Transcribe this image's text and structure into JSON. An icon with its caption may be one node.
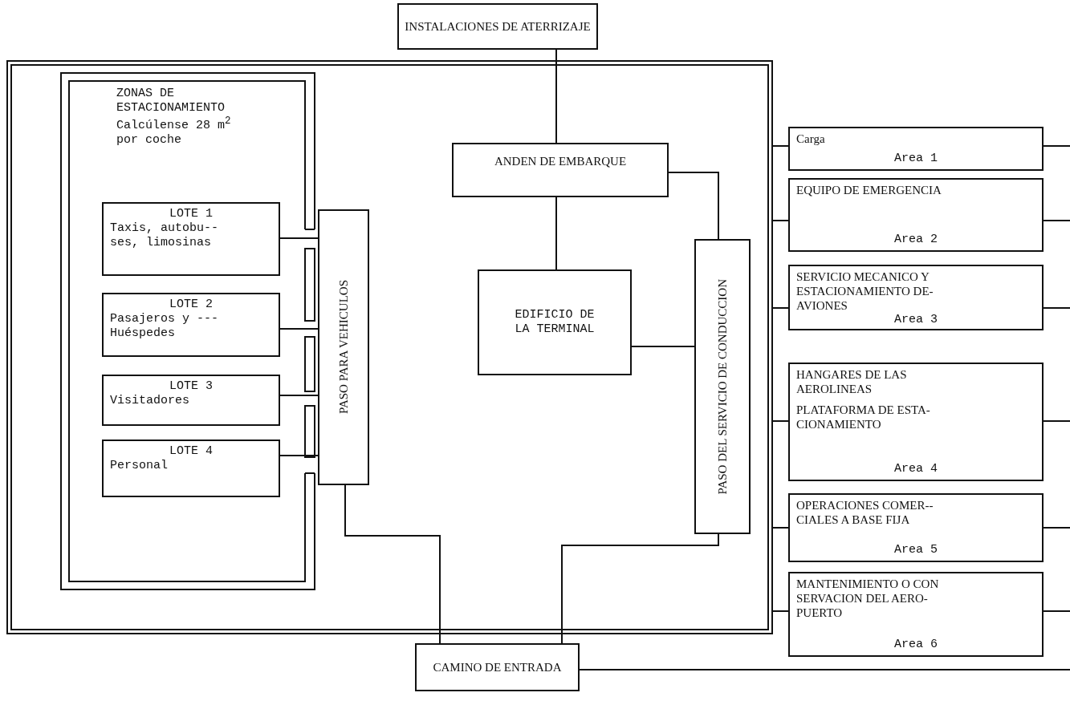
{
  "diagram": {
    "nodes": [
      {
        "text": [
          "INSTALACIONES DE ATERRIZAJE"
        ]
      },
      {
        "text": [],
        "shape": "box"
      },
      {
        "text": [
          "ZONAS DE ESTACIONAMIENTO",
          "Calcúlense 28 m$^{2}$ por coche"
        ],
        "in": 1
      },
      {
        "text": [
          "LOTE 1",
          "Taxis, autobu-- ses, limosinas"
        ],
        "in": 2
      },
      {
        "text": [
          "LOTE 2",
          "Pasajeros y --- Huéspedes"
        ],
        "in": 2
      },
      {
        "text": [
          "LOTE 3",
          "Visitadores"
        ],
        "in": 2
      },
      {
        "text": [
          "LOTE 4",
          "Personal"
        ],
        "in": 2
      },
      {
        "text": [
          "PASO PARA VEHICULOS"
        ],
        "in": 1
      },
      {
        "text": [
          "ANDEN DE EMBARQUE"
        ],
        "in": 1
      },
      {
        "text": [
          "EDIFICIO DE LA TERMINAL"
        ],
        "in": 1
      },
      {
        "text": [
          "PASO DEL SERVICIO DE CONDUCCION"
        ],
        "in": 1
      },
      {
        "text": [
          "Carga",
          "Area 1"
        ]
      },
      {
        "text": [
          "EQUIPO DE EMERGENCIA",
          "Area 2"
        ]
      },
      {
        "text": [
          "SERVICIO MECANICO Y ESTACIONAMIENTO DE- AVIONES",
          "Area 3"
        ]
      },
      {
        "text": [
          "HANGARES DE LAS AEROLINEAS",
          "PLATAFORMA DE ESTA- CIONAMIENTO",
          "Area 4"
        ]
      },
      {
        "text": [
          "OPERACIONES COMER-- CIALES A BASE FIJA",
          "Area 5"
        ]
      },
      {
        "text": [
          "MANTENIMIENTO O CON SERVACION DEL AERO- PUERTO",
          "Area 6"
        ]
      },
      {
        "text": [
          "CAMINO DE ENTRADA"
        ]
      }
    ],
    "edges": [
      {
        "from": 0,
        "to": 8,
        "arrow": "none"
      },
      {
        "from": 8,
        "to": 9,
        "arrow": "none"
      },
      {
        "from": 8,
        "to": 10,
        "arrow": "none"
      },
      {
        "from": 9,
        "to": 10,
        "arrow": "none"
      },
      {
        "from": 3,
        "to": 7,
        "arrow": "none"
      },
      {
        "from": 4,
        "to": 7,
        "arrow": "none"
      },
      {
        "from": 5,
        "to": 7,
        "arrow": "none"
      },
      {
        "from": 6,
        "to": 7,
        "arrow": "none"
      },
      {
        "from": 7,
        "to": 17,
        "arrow": "none"
      },
      {
        "from": 10,
        "to": 17,
        "arrow": "none"
      },
      {
        "from": 1,
        "to": 11,
        "arrow": "none"
      },
      {
        "from": 1,
        "to": 12,
        "arrow": "none"
      },
      {
        "from": 1,
        "to": 13,
        "arrow": "none"
      },
      {
        "from": 1,
        "to": 14,
        "arrow": "none"
      },
      {
        "from": 1,
        "to": 15,
        "arrow": "none"
      },
      {
        "from": 1,
        "to": 16,
        "arrow": "none"
      },
      {
        "from": 11,
        "to": null,
        "arrow": "none"
      },
      {
        "from": 12,
        "to": null,
        "arrow": "none"
      },
      {
        "from": 13,
        "to": null,
        "arrow": "none"
      },
      {
        "from": 14,
        "to": null,
        "arrow": "none"
      },
      {
        "from": 15,
        "to": null,
        "arrow": "none"
      },
      {
        "from": 16,
        "to": null,
        "arrow": "none"
      },
      {
        "from": 17,
        "to": null,
        "arrow": "none"
      }
    ]
  }
}
